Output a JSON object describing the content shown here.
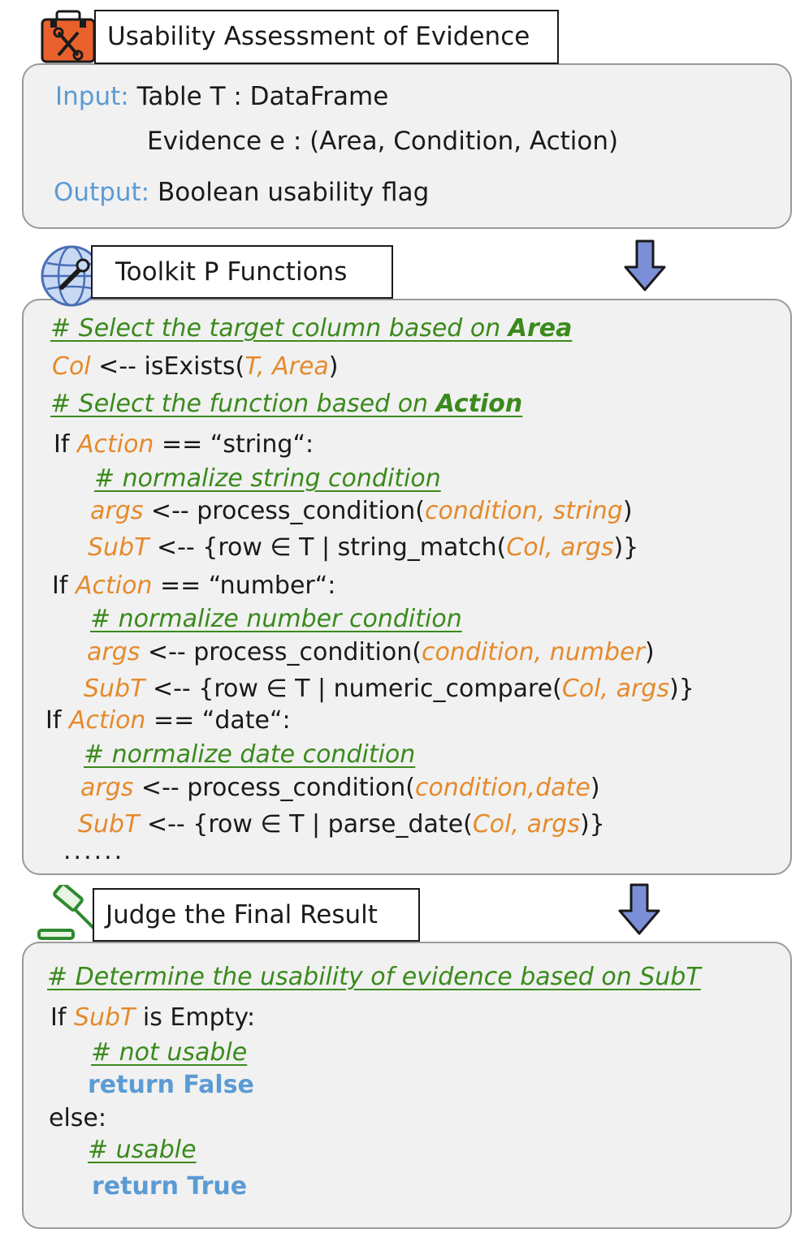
{
  "section1": {
    "title": "Usability Assessment of Evidence",
    "input_label": "Input:",
    "input_table": "Table T : DataFrame",
    "input_evidence": "Evidence e : (Area, Condition, Action)",
    "output_label": "Output:",
    "output_value": "Boolean usability flag"
  },
  "section2": {
    "title": "Toolkit P Functions",
    "c1_pre": "# Select the target column based on ",
    "c1_bold": "Area",
    "l1_var": "Col",
    "l1_mid": " <-- isExists(",
    "l1_args": "T, Area",
    "l1_end": ")",
    "c2_pre": "# Select the function based on ",
    "c2_bold": "Action",
    "if1_kw": "If ",
    "if1_var": "Action",
    "if1_rest": " == “string“:",
    "if1_cmt": "# normalize string condition",
    "if1_a_var": "args",
    "if1_a_mid": " <-- process_condition(",
    "if1_a_args": "condition, string",
    "if1_a_end": ")",
    "if1_s_var": "SubT",
    "if1_s_mid": " <-- {row ∈ T | string_match(",
    "if1_s_args": "Col, args",
    "if1_s_end": ")}",
    "if2_kw": "If ",
    "if2_var": "Action",
    "if2_rest": " == “number“:",
    "if2_cmt": "# normalize number condition",
    "if2_a_var": "args",
    "if2_a_mid": " <-- process_condition(",
    "if2_a_args": "condition, number",
    "if2_a_end": ")",
    "if2_s_var": "SubT",
    "if2_s_mid": " <-- {row ∈ T | numeric_compare(",
    "if2_s_args": "Col, args",
    "if2_s_end": ")}",
    "if3_kw": "If ",
    "if3_var": "Action",
    "if3_rest": " == “date“:",
    "if3_cmt": "# normalize date condition",
    "if3_a_var": "args",
    "if3_a_mid": " <-- process_condition(",
    "if3_a_args": "condition,date",
    "if3_a_end": ")",
    "if3_s_var": "SubT",
    "if3_s_mid": " <-- {row ∈ T | parse_date(",
    "if3_s_args": "Col, args",
    "if3_s_end": ")}",
    "ellipsis": "......"
  },
  "section3": {
    "title": "Judge the Final Result",
    "cmt": "# Determine the usability of evidence based on SubT",
    "if_kw": "If ",
    "if_var": "SubT",
    "if_rest": " is Empty:",
    "cmt_not": "# not usable",
    "ret_false": "return False",
    "else": "else:",
    "cmt_usable": "# usable",
    "ret_true": "return True"
  },
  "colors": {
    "comment": "#3a8a1c",
    "variable": "#e58a2c",
    "keyword": "#5b9bd5",
    "arrow": "#7b8fd8",
    "panel": "#f1f1f1"
  }
}
